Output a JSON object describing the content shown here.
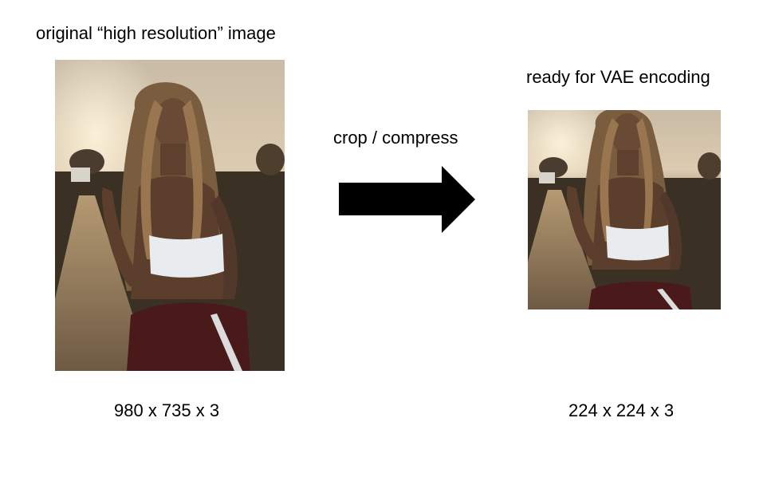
{
  "left_panel": {
    "title": "original “high resolution” image",
    "dimensions": "980 x 735 x 3"
  },
  "arrow": {
    "label": "crop / compress"
  },
  "right_panel": {
    "title": "ready for VAE encoding",
    "dimensions": "224 x 224 x 3"
  },
  "colors": {
    "sky_top": "#cdbfa8",
    "sun_glow": "#f3e6cf",
    "ground": "#3a2e22",
    "hair": "#8a6a48",
    "skin": "#5b3f2c",
    "top_garment": "#e9ecef",
    "shorts": "#4a1a1a",
    "arrow": "#000000"
  }
}
